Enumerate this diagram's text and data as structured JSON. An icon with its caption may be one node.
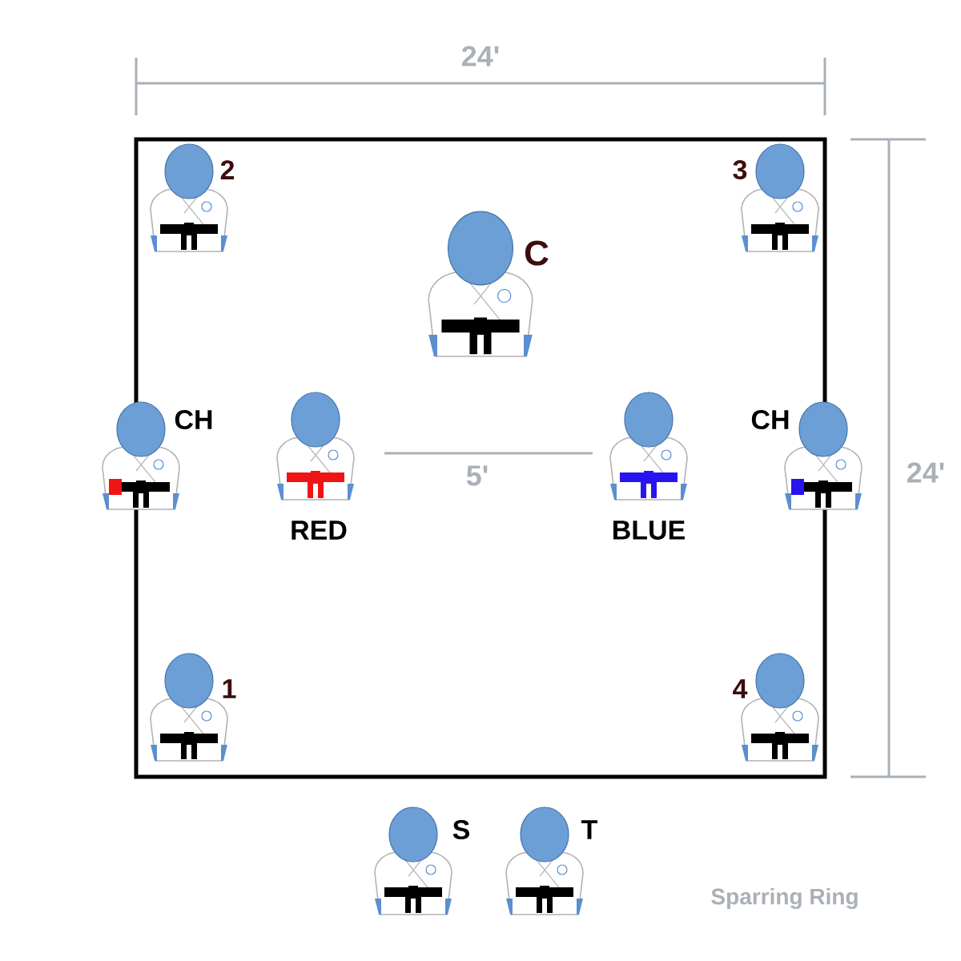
{
  "diagram": {
    "caption": "Sparring Ring",
    "nodes": [
      {
        "text": [],
        "shape": "box"
      },
      {
        "text": [
          "2"
        ],
        "in": 0
      },
      {
        "text": [
          "3"
        ],
        "in": 0
      },
      {
        "text": [
          "C"
        ],
        "in": 0
      },
      {
        "text": [
          "CH"
        ],
        "in": 0
      },
      {
        "text": [
          "RED"
        ],
        "in": 0
      },
      {
        "text": [
          "BLUE"
        ],
        "in": 0
      },
      {
        "text": [
          "CH"
        ],
        "in": 0
      },
      {
        "text": [
          "1"
        ],
        "in": 0
      },
      {
        "text": [
          "4"
        ],
        "in": 0
      },
      {
        "text": [
          "S"
        ]
      },
      {
        "text": [
          "T"
        ]
      }
    ],
    "labels": [
      "24'",
      "24'",
      "5'"
    ]
  }
}
